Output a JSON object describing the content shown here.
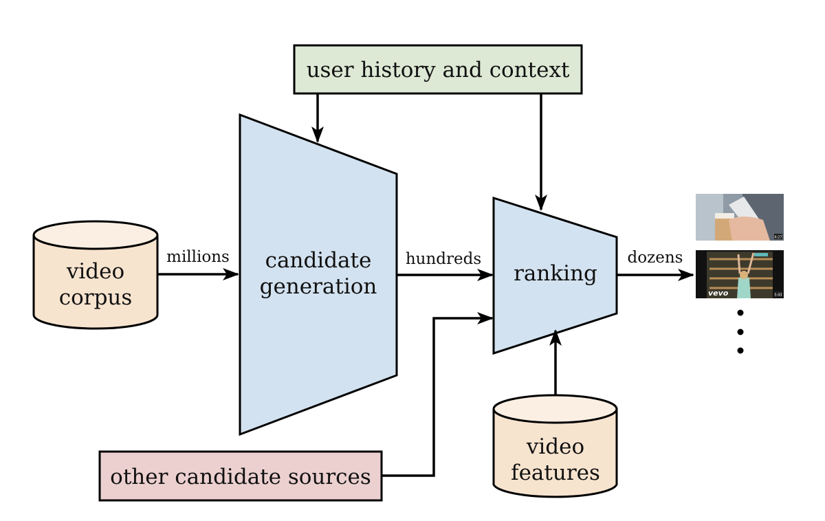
{
  "nodes": {
    "user_history": {
      "label": "user history and context",
      "color": "#dde9d5"
    },
    "video_corpus": {
      "lines": [
        "video",
        "corpus"
      ],
      "color": "#f7e4cf"
    },
    "candidate_generation": {
      "lines": [
        "candidate",
        "generation"
      ],
      "color": "#d3e2f0"
    },
    "ranking": {
      "label": "ranking",
      "color": "#d3e2f0"
    },
    "video_features": {
      "lines": [
        "video",
        "features"
      ],
      "color": "#f7e4cf"
    },
    "other_sources": {
      "label": "other candidate sources",
      "color": "#ecd0d0"
    }
  },
  "edges": {
    "corpus_to_cg": "millions",
    "cg_to_ranking": "hundreds",
    "ranking_to_output": "dozens"
  },
  "output": {
    "thumbnails": [
      {
        "icon": "video-thumbnail-phone-coffee",
        "duration": "4:27"
      },
      {
        "icon": "video-thumbnail-vevo-dancer",
        "brand": "vevo",
        "duration": "5:43"
      }
    ],
    "ellipsis": "more-results-dots"
  }
}
